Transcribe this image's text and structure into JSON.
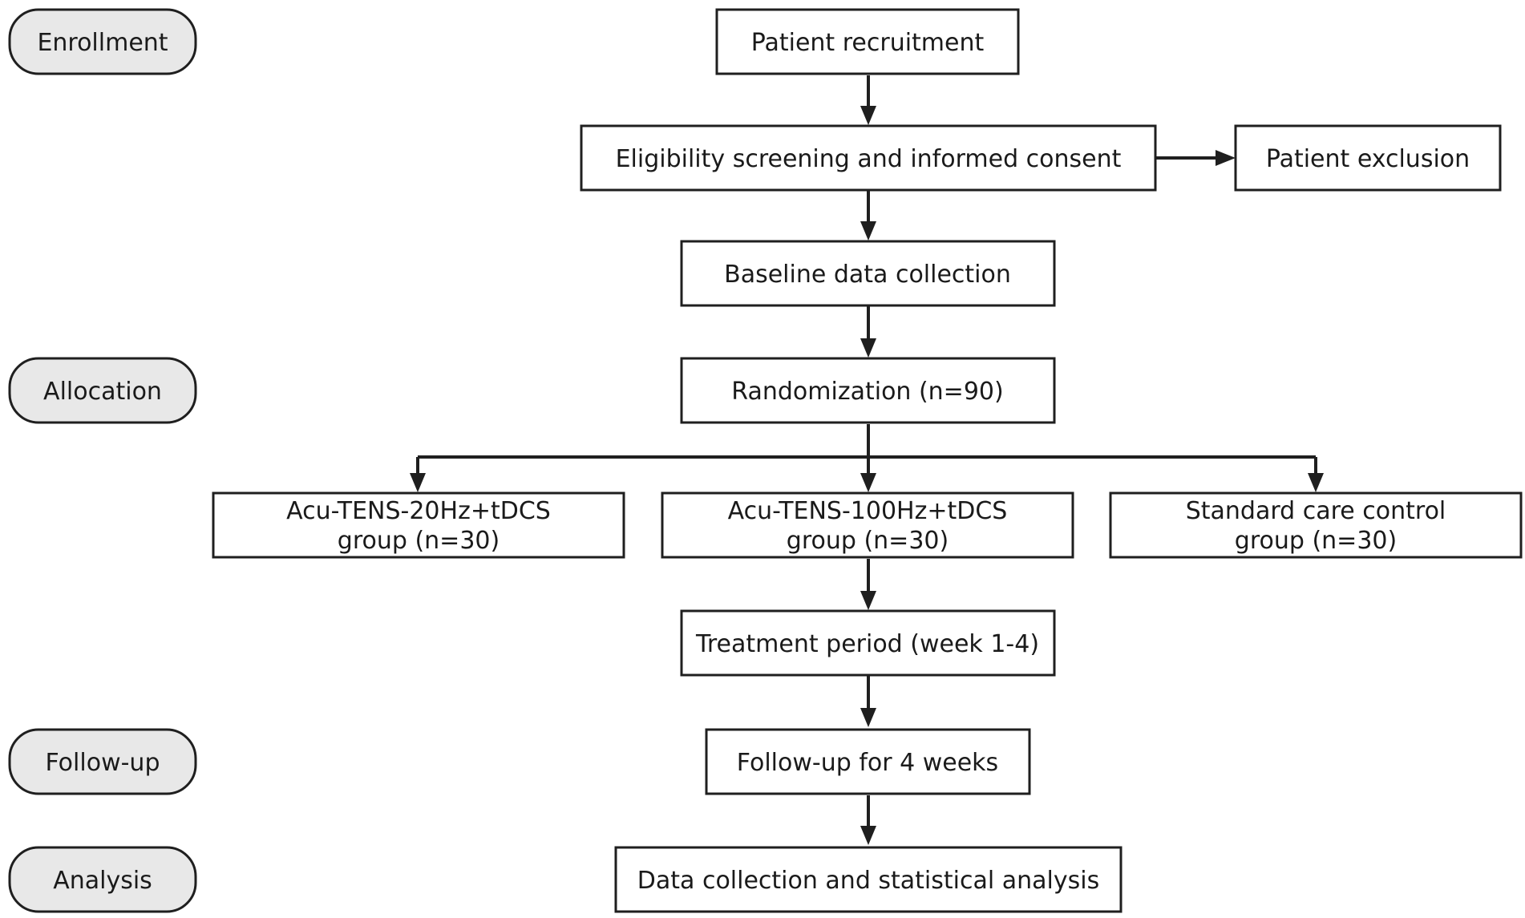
{
  "stages": {
    "enrollment": "Enrollment",
    "allocation": "Allocation",
    "follow_up": "Follow-up",
    "analysis": "Analysis"
  },
  "nodes": {
    "recruitment": "Patient recruitment",
    "eligibility": "Eligibility screening and informed consent",
    "exclusion": "Patient exclusion",
    "baseline": "Baseline data collection",
    "randomization": "Randomization (n=90)",
    "group_20hz": {
      "line1": "Acu-TENS-20Hz+tDCS",
      "line2": "group (n=30)"
    },
    "group_100hz": {
      "line1": "Acu-TENS-100Hz+tDCS",
      "line2": "group (n=30)"
    },
    "group_control": {
      "line1": "Standard care control",
      "line2": "group (n=30)"
    },
    "treatment": "Treatment period (week 1-4)",
    "follow_up": "Follow-up for 4 weeks",
    "analysis": "Data collection and statistical analysis"
  },
  "colors": {
    "stroke": "#1f1f1f",
    "stage_fill": "#e8e8e8",
    "box_fill": "#ffffff"
  }
}
